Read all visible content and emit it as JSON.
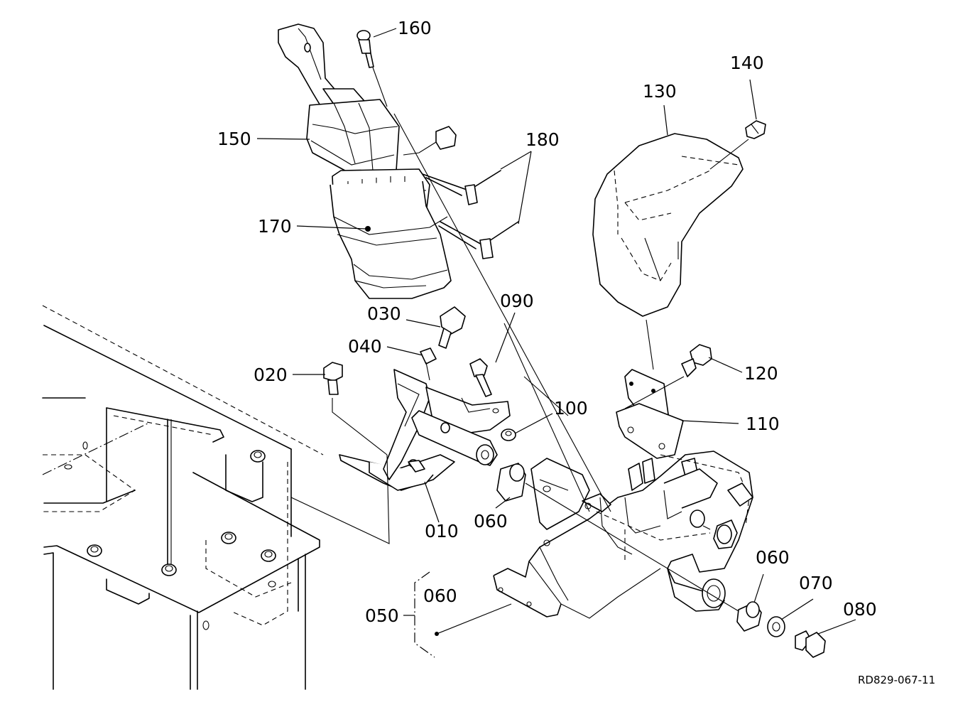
{
  "diagram": {
    "reference": "RD829-067-11",
    "parts": [
      {
        "id": "p160",
        "num": "160"
      },
      {
        "id": "p150",
        "num": "150"
      },
      {
        "id": "p180",
        "num": "180"
      },
      {
        "id": "p170",
        "num": "170"
      },
      {
        "id": "p130",
        "num": "130"
      },
      {
        "id": "p140",
        "num": "140"
      },
      {
        "id": "p090",
        "num": "090"
      },
      {
        "id": "p030",
        "num": "030"
      },
      {
        "id": "p040",
        "num": "040"
      },
      {
        "id": "p020",
        "num": "020"
      },
      {
        "id": "p120",
        "num": "120"
      },
      {
        "id": "p100",
        "num": "100"
      },
      {
        "id": "p110",
        "num": "110"
      },
      {
        "id": "p010",
        "num": "010"
      },
      {
        "id": "p060a",
        "num": "060"
      },
      {
        "id": "p060b",
        "num": "060"
      },
      {
        "id": "p070",
        "num": "070"
      },
      {
        "id": "p080",
        "num": "080"
      },
      {
        "id": "p050",
        "num": "050"
      },
      {
        "id": "p060c",
        "num": "060"
      }
    ]
  }
}
